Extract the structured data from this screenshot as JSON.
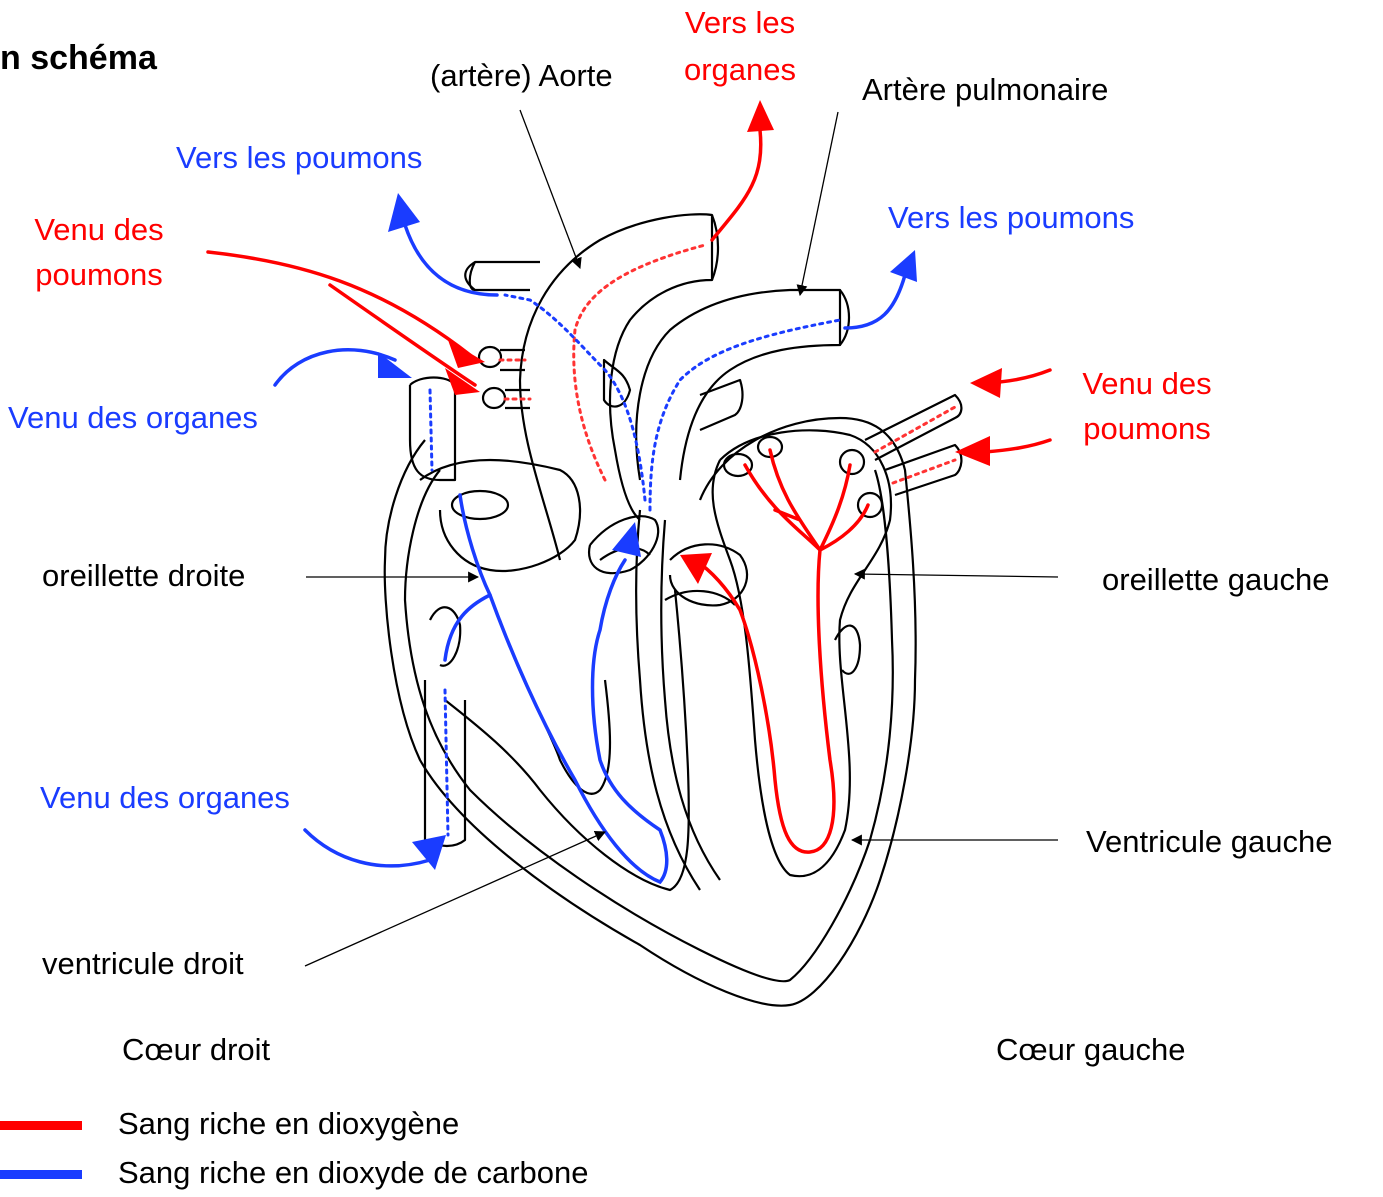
{
  "title": "n schéma",
  "colors": {
    "oxygen": "#ff0000",
    "co2": "#1a3cff",
    "outline": "#000000"
  },
  "labels": {
    "aorta": "(artère) Aorte",
    "to_organs_line1": "Vers les",
    "to_organs_line2": "organes",
    "pulmonary_artery": "Artère pulmonaire",
    "to_lungs_left": "Vers les poumons",
    "to_lungs_right": "Vers les poumons",
    "from_lungs_left_line1": "Venu des",
    "from_lungs_left_line2": "poumons",
    "from_lungs_right_line1": "Venu des",
    "from_lungs_right_line2": "poumons",
    "from_organs_upper": "Venu des organes",
    "from_organs_lower": "Venu des organes",
    "right_atrium": "oreillette  droite",
    "left_atrium": "oreillette  gauche",
    "left_ventricle": "Ventricule  gauche",
    "right_ventricle": "ventricule  droit",
    "right_heart": "Cœur droit",
    "left_heart": "Cœur gauche"
  },
  "legend": [
    {
      "label": "Sang riche en dioxygène",
      "color": "#ff0000"
    },
    {
      "label": "Sang riche en dioxyde de carbone",
      "color": "#1a3cff"
    }
  ]
}
